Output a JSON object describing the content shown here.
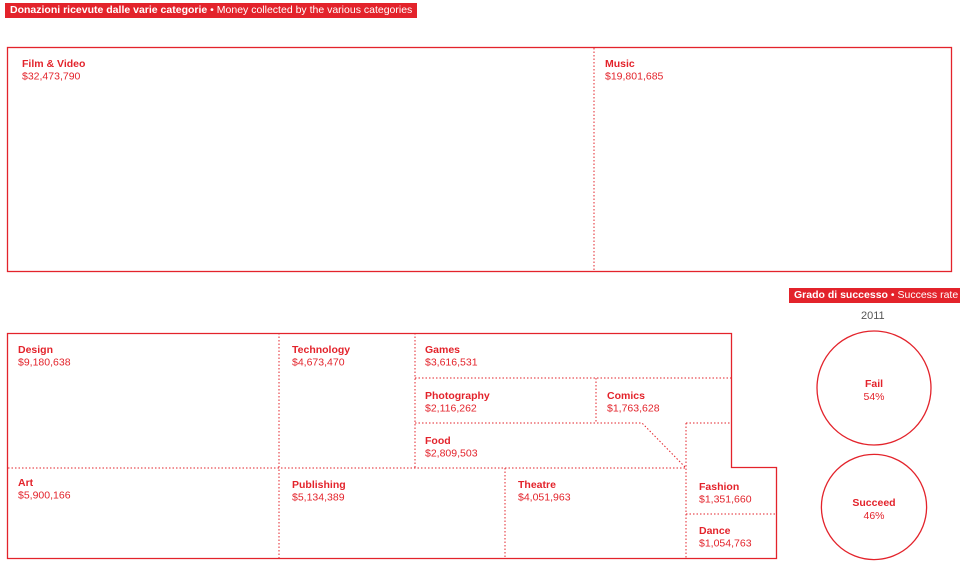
{
  "header": {
    "title_it": "Donazioni ricevute dalle varie categorie",
    "separator": "•",
    "title_en": "Money collected by the various categories"
  },
  "success_header": {
    "title_it": "Grado di successo",
    "separator": "•",
    "title_en": "Success rate"
  },
  "year": "2011",
  "colors": {
    "accent": "#e3232b",
    "background": "#ffffff"
  },
  "chart_data": [
    {
      "type": "treemap",
      "title": "Donazioni ricevute dalle varie categorie • Money collected by the various categories",
      "items": [
        {
          "name": "Film & Video",
          "label": "$32,473,790",
          "value": 32473790
        },
        {
          "name": "Music",
          "label": "$19,801,685",
          "value": 19801685
        },
        {
          "name": "Design",
          "label": "$9,180,638",
          "value": 9180638
        },
        {
          "name": "Technology",
          "label": "$4,673,470",
          "value": 4673470
        },
        {
          "name": "Games",
          "label": "$3,616,531",
          "value": 3616531
        },
        {
          "name": "Photography",
          "label": "$2,116,262",
          "value": 2116262
        },
        {
          "name": "Comics",
          "label": "$1,763,628",
          "value": 1763628
        },
        {
          "name": "Food",
          "label": "$2,809,503",
          "value": 2809503
        },
        {
          "name": "Art",
          "label": "$5,900,166",
          "value": 5900166
        },
        {
          "name": "Publishing",
          "label": "$5,134,389",
          "value": 5134389
        },
        {
          "name": "Theatre",
          "label": "$4,051,963",
          "value": 4051963
        },
        {
          "name": "Fashion",
          "label": "$1,351,660",
          "value": 1351660
        },
        {
          "name": "Dance",
          "label": "$1,054,763",
          "value": 1054763
        }
      ]
    },
    {
      "type": "bubble",
      "title": "Grado di successo • Success rate",
      "year": "2011",
      "items": [
        {
          "name": "Fail",
          "label": "54%",
          "value": 54
        },
        {
          "name": "Succeed",
          "label": "46%",
          "value": 46
        }
      ]
    }
  ]
}
